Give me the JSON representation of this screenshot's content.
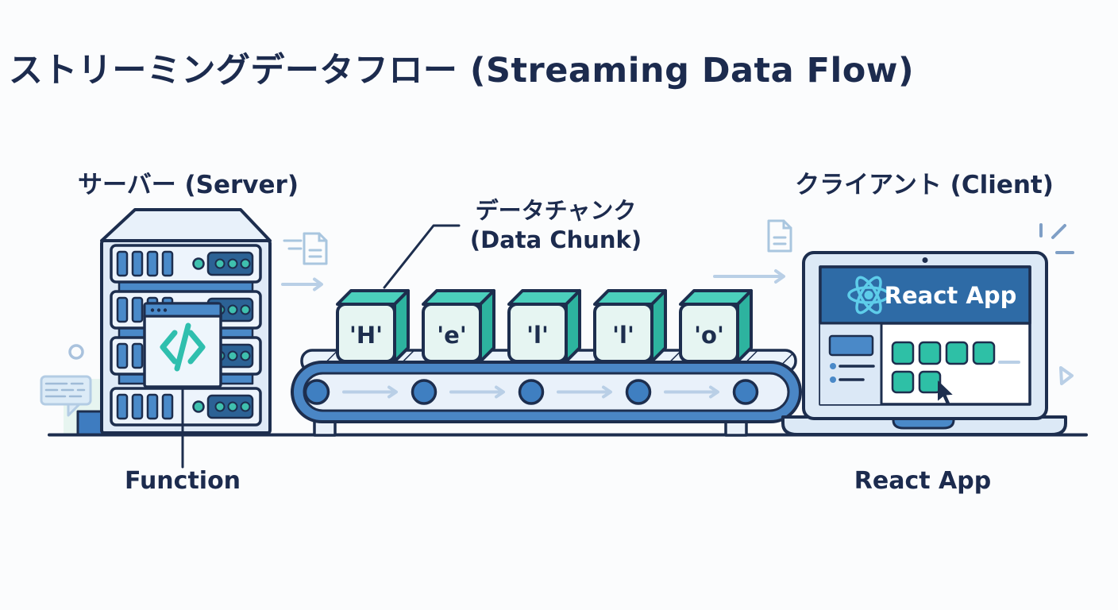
{
  "title": "ストリーミングデータフロー (Streaming Data Flow)",
  "server": {
    "label": "サーバー (Server)",
    "function_label": "Function"
  },
  "conveyor": {
    "chunk_label_jp": "データチャンク",
    "chunk_label_en": "(Data Chunk)",
    "chunks": [
      {
        "label": "'H'"
      },
      {
        "label": "'e'"
      },
      {
        "label": "'l'"
      },
      {
        "label": "'l'"
      },
      {
        "label": "'o'"
      }
    ]
  },
  "client": {
    "label": "クライアント (Client)",
    "app_header": "React App",
    "caption": "React App"
  },
  "icons": [
    "code-icon",
    "document-icon",
    "flow-arrow-icon",
    "react-logo-icon",
    "cursor-icon",
    "speech-bubble-icon",
    "sparkle-icon",
    "play-cursor-icon"
  ],
  "colors": {
    "outline_navy": "#1d2e4e",
    "text_navy": "#1c2b4e",
    "blue": "#4a89c8",
    "panel_blue": "#2c6295",
    "app_header_blue": "#2e6ba6",
    "belt_blue": "#4a86c5",
    "roller_blue": "#3f7fc1",
    "teal": "#3fc0ae",
    "cube_top_teal": "#4bcfbc",
    "cube_side_teal": "#2db39f",
    "cube_face_mint": "#e6f5f2",
    "light_fill": "#e9f1fa",
    "soft_arrow_blue": "#b9cfe6",
    "steel_blue": "#7f9fc6",
    "react_cyan": "#5ecdea",
    "background": "#fbfcfd"
  }
}
